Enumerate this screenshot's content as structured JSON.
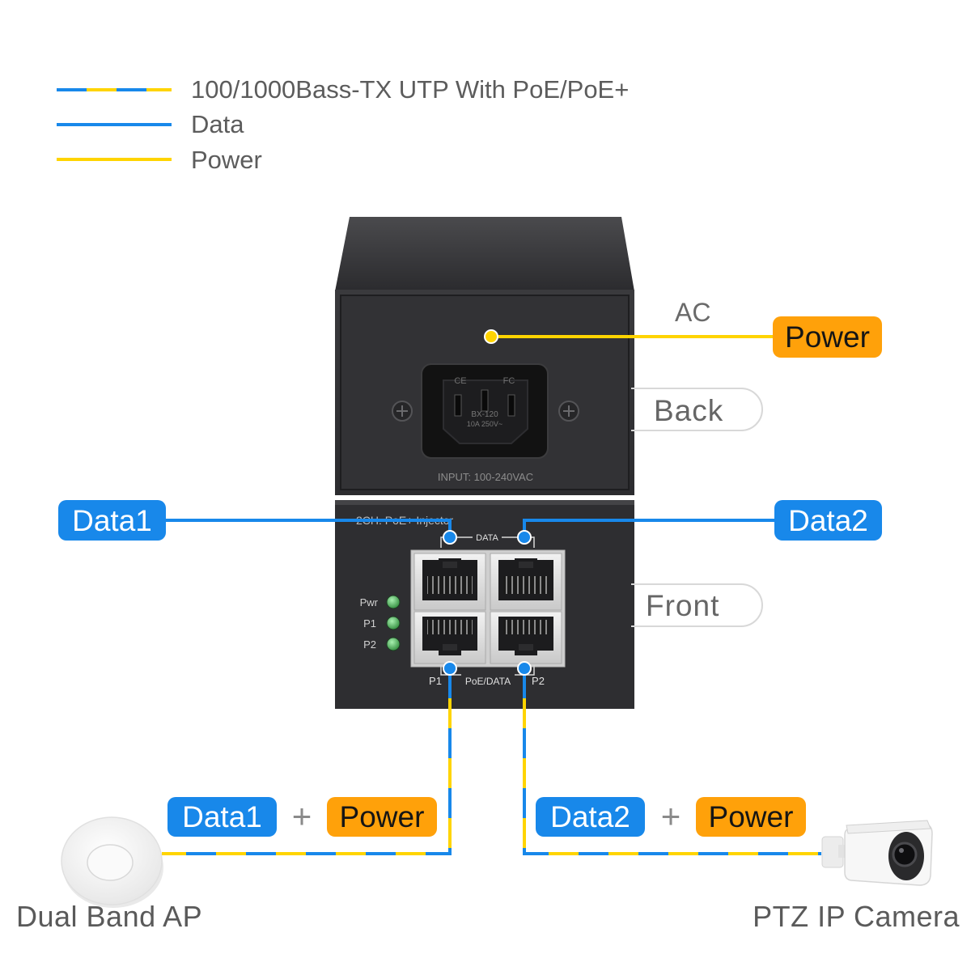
{
  "legend": {
    "poe_label": "100/1000Bass-TX UTP With PoE/PoE+",
    "data_label": "Data",
    "power_label": "Power"
  },
  "colors": {
    "data_line": "#1888ea",
    "power_line": "#ffd400",
    "data_badge": "#1888ea",
    "power_badge": "#ffa10a",
    "led": "#3fa34d",
    "device_body": "#2e2e30"
  },
  "back_panel": {
    "ac_label": "AC",
    "power_badge": "Power",
    "side_label": "Back",
    "ce_mark": "CE",
    "fc_mark": "FC",
    "socket_model": "BX-120",
    "socket_rating": "10A 250V~",
    "input_label": "INPUT: 100-240VAC"
  },
  "front_panel": {
    "model_label": "2CH. PoE+ Injector",
    "data_label": "DATA",
    "leds": [
      "Pwr",
      "P1",
      "P2"
    ],
    "port_p1": "P1",
    "port_group": "PoE/DATA",
    "port_p2": "P2",
    "data1_badge": "Data1",
    "data2_badge": "Data2",
    "side_label": "Front"
  },
  "left_device": {
    "data_badge": "Data1",
    "plus": "+",
    "power_badge": "Power",
    "name": "Dual Band AP",
    "icon": "access-point-icon"
  },
  "right_device": {
    "data_badge": "Data2",
    "plus": "+",
    "power_badge": "Power",
    "name": "PTZ IP Camera",
    "icon": "bullet-camera-icon"
  }
}
